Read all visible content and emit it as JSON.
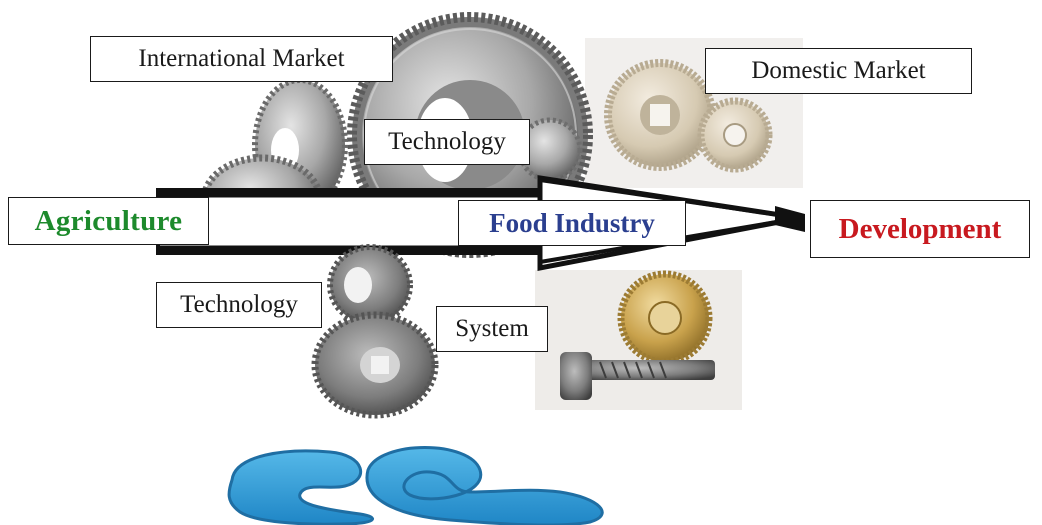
{
  "labels": {
    "international_market": "International Market",
    "technology_top": "Technology",
    "domestic_market": "Domestic Market",
    "agriculture": "Agriculture",
    "food_industry": "Food Industry",
    "development": "Development",
    "technology_bottom": "Technology",
    "system": "System"
  },
  "colors": {
    "agriculture": "#1d8a2c",
    "food_industry": "#2b3f8f",
    "development": "#c8191f",
    "text": "#1a1a1a",
    "logo_fill": "#2e9fd8",
    "logo_outline": "#1f6ea3",
    "arrow": "#111111",
    "gear_steel": "#a9a9a9",
    "gear_brass": "#c9a24c",
    "gear_plastic": "#d7cdb8"
  },
  "icons": [
    "spiral-bevel-gears-icon",
    "spur-gear-icon",
    "plastic-gears-icon",
    "helical-gears-icon",
    "worm-gear-icon",
    "logo-icon"
  ]
}
